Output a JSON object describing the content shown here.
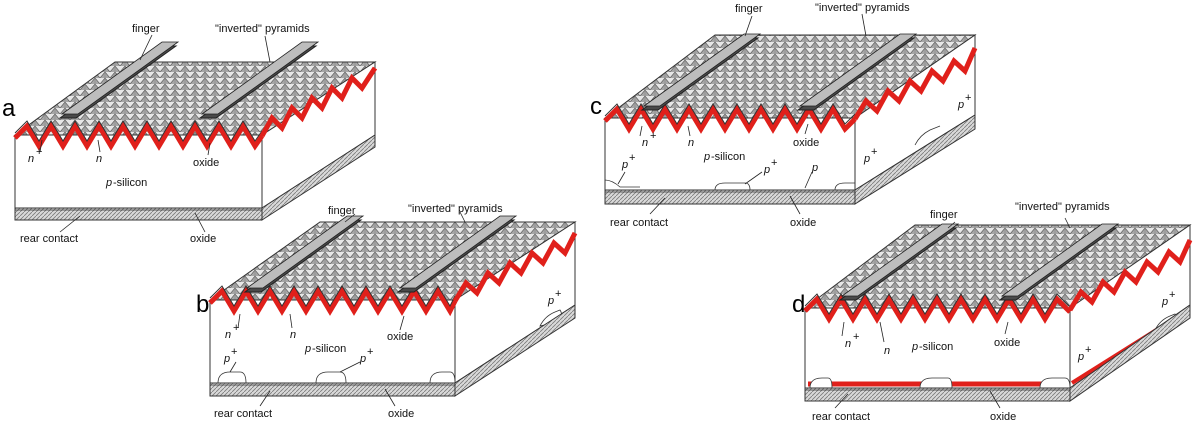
{
  "panels": [
    {
      "letter": "a",
      "labels": {
        "finger": "finger",
        "pyramids": "\"inverted\" pyramids",
        "n_plus": "n",
        "n_plus_sup": "+",
        "n": "n",
        "oxide_front": "oxide",
        "silicon_prefix": "p",
        "silicon_suffix": "-silicon",
        "rear_contact": "rear contact",
        "oxide_rear": "oxide"
      }
    },
    {
      "letter": "b",
      "labels": {
        "finger": "finger",
        "pyramids": "\"inverted\" pyramids",
        "n_plus": "n",
        "n_plus_sup": "+",
        "n": "n",
        "oxide_front": "oxide",
        "silicon_prefix": "p",
        "silicon_suffix": "-silicon",
        "p_plus_1": "p",
        "p_plus_2": "p",
        "p_plus_side": "p",
        "plus": "+",
        "rear_contact": "rear contact",
        "oxide_rear": "oxide"
      }
    },
    {
      "letter": "c",
      "labels": {
        "finger": "finger",
        "pyramids": "\"inverted\" pyramids",
        "n_plus": "n",
        "n_plus_sup": "+",
        "n": "n",
        "oxide_front": "oxide",
        "silicon_prefix": "p",
        "silicon_suffix": "-silicon",
        "p_plus_1": "p",
        "p_plus_2": "p",
        "p_plain": "p",
        "p_plus_side": "p",
        "p_plus_side2": "p",
        "plus": "+",
        "rear_contact": "rear contact",
        "oxide_rear": "oxide"
      }
    },
    {
      "letter": "d",
      "labels": {
        "finger": "finger",
        "pyramids": "\"inverted\" pyramids",
        "n_plus": "n",
        "n_plus_sup": "+",
        "n": "n",
        "oxide_front": "oxide",
        "silicon_prefix": "p",
        "silicon_suffix": "-silicon",
        "p_plus_side": "p",
        "p_plus_side2": "p",
        "plus": "+",
        "rear_contact": "rear contact",
        "oxide_rear": "oxide"
      }
    }
  ],
  "colors": {
    "emitter_red": "#e0201b",
    "outline": "#333333",
    "finger_dark": "#555555",
    "finger_light": "#bfbfbf",
    "pyramid_grey": "#9a9a9a",
    "rear_hatch": "#8c8c8c"
  }
}
